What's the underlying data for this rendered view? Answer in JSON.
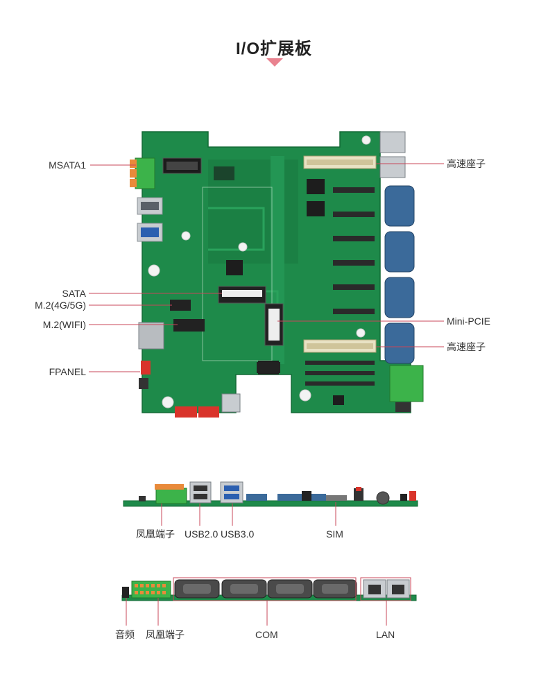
{
  "title": "I/O扩展板",
  "colors": {
    "accent": "#e9828f",
    "leader": "#c8475a",
    "pcb": "#1e8a4a",
    "pcb_dark": "#16703a",
    "serial_port": "#3b6a9a",
    "terminal": "#3cb34a",
    "red_header": "#d9342b"
  },
  "top_board": {
    "labels_left": [
      "MSATA1",
      "SATA",
      "M.2(4G/5G)",
      "M.2(WIFI)",
      "FPANEL"
    ],
    "labels_right": [
      "高速座子",
      "Mini-PCIE",
      "高速座子"
    ]
  },
  "side_view_1": {
    "labels": [
      "凤凰端子",
      "USB2.0",
      "USB3.0",
      "SIM"
    ]
  },
  "side_view_2": {
    "labels": [
      "音频",
      "凤凰端子",
      "COM",
      "LAN"
    ]
  }
}
